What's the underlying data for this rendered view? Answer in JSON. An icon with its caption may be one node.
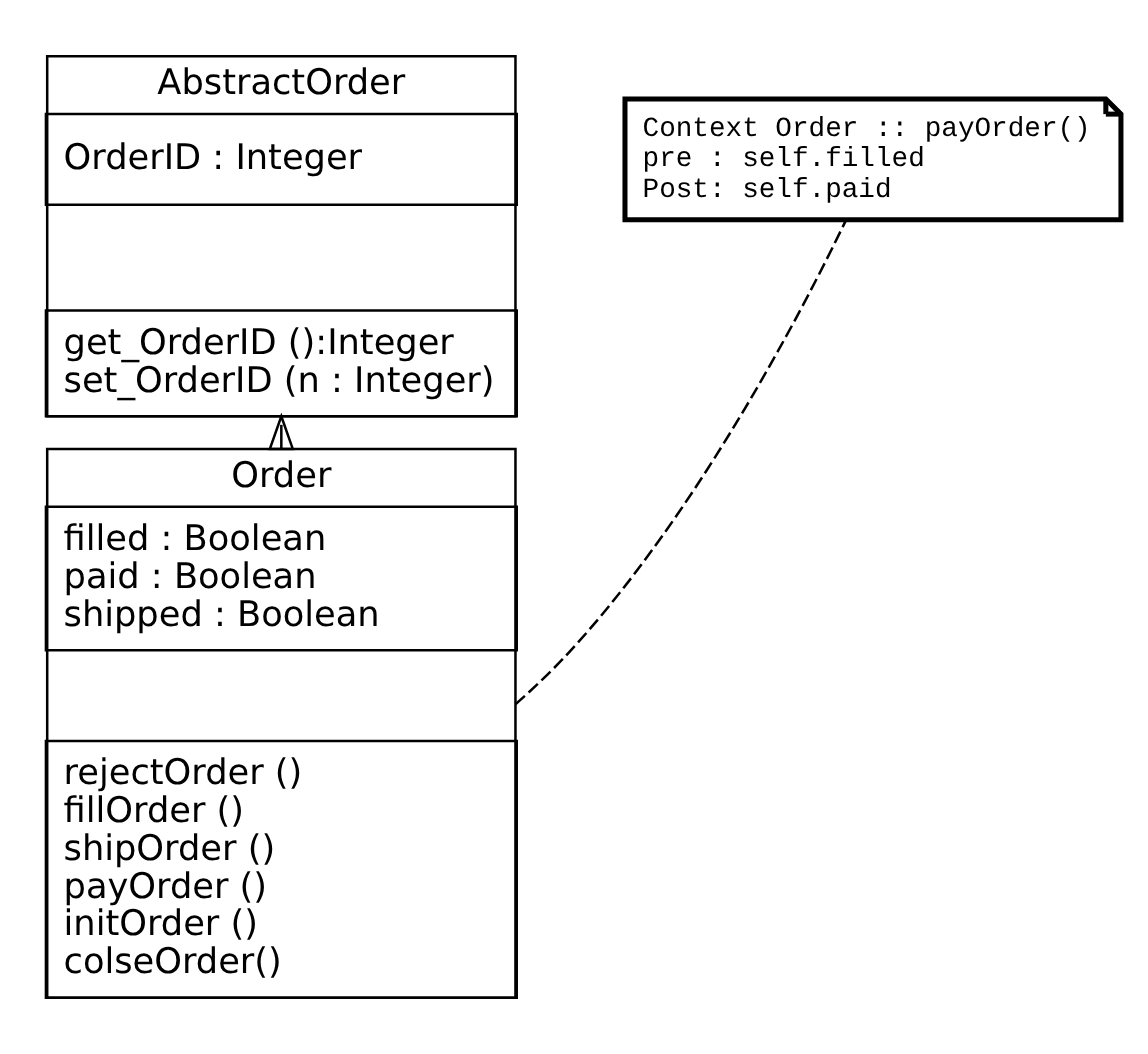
{
  "diagram": {
    "nodes": [
      {
        "text": [
          "AbstractOrder"
        ]
      },
      {
        "text": [
          "OrderID : Integer"
        ],
        "in": 0
      },
      {
        "text": [
          "get_OrderID ():Integer",
          "set_OrderID (n : Integer)"
        ],
        "in": 0
      },
      {
        "text": [
          "Order"
        ]
      },
      {
        "text": [
          "filled : Boolean",
          "paid : Boolean",
          "shipped : Boolean"
        ],
        "in": 3
      },
      {
        "text": [
          "rejectOrder ()",
          "fillOrder ()",
          "shipOrder ()",
          "payOrder ()",
          "initOrder ()",
          "colseOrder()"
        ],
        "in": 3
      },
      {
        "text": [
          "Context Order :: payOrder()",
          "pre : self.filled",
          "Post: self.paid"
        ]
      }
    ],
    "edges": [
      {
        "from": 3,
        "to": 0,
        "arrow": "to"
      },
      {
        "from": 6,
        "to": 3,
        "arrow": "none",
        "style": "dashed"
      }
    ]
  }
}
